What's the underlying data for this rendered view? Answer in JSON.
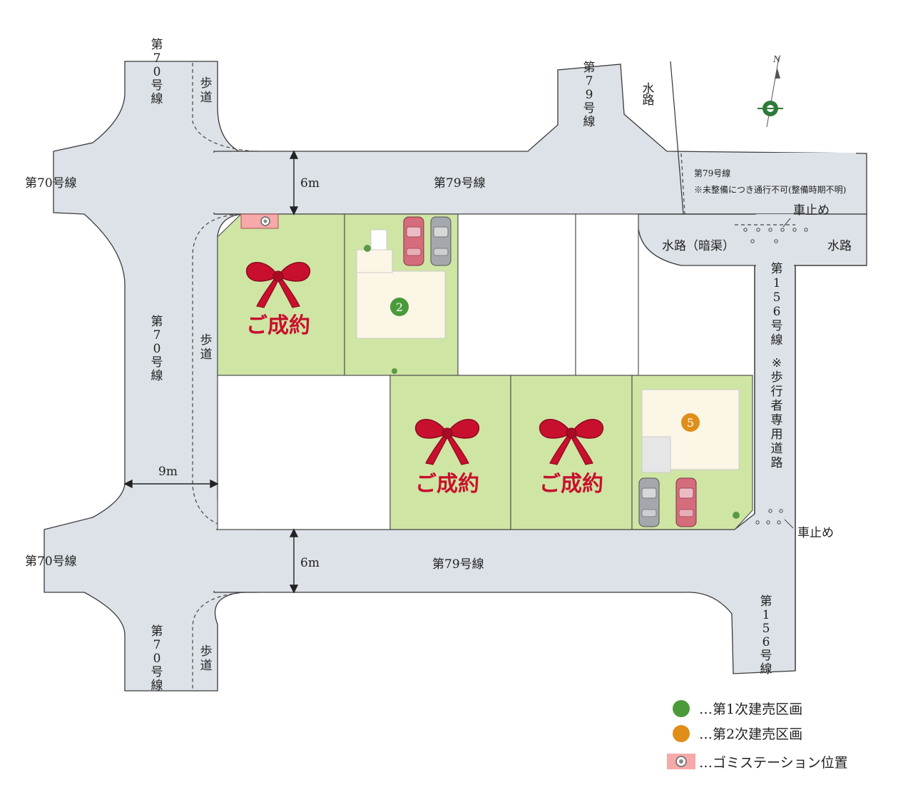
{
  "roads": {
    "r70": "第70号線",
    "r70_v": "第70号線",
    "r79": "第79号線",
    "r79_v": "第79号線",
    "r79_top_right": "第79号線",
    "r79_note": "※未整備につき通行不可(整備時期不明)",
    "r156_v": "第156号線",
    "r156_note_v": "※歩行者専用道路",
    "sidewalk_v": "歩道",
    "waterway_v": "水路",
    "waterway_culvert": "水路（暗渠）",
    "waterway": "水路",
    "bollard": "車止め"
  },
  "dimensions": {
    "top_width": "6m",
    "bottom_width": "6m",
    "left_width": "9m"
  },
  "compass": {
    "north": "N"
  },
  "lots": {
    "sold_label": "ご成約",
    "lot2": "2",
    "lot5": "5"
  },
  "legend": {
    "phase1": "…第1次建売区画",
    "phase2": "…第2次建売区画",
    "garbage": "…ゴミステーション位置"
  },
  "colors": {
    "phase1": "#4a9a3a",
    "phase2": "#e08e1a",
    "garbage": "#f5a9a9",
    "lot_fill": "#cfe5a4",
    "road": "#dde2e8",
    "sold": "#c8102e"
  }
}
